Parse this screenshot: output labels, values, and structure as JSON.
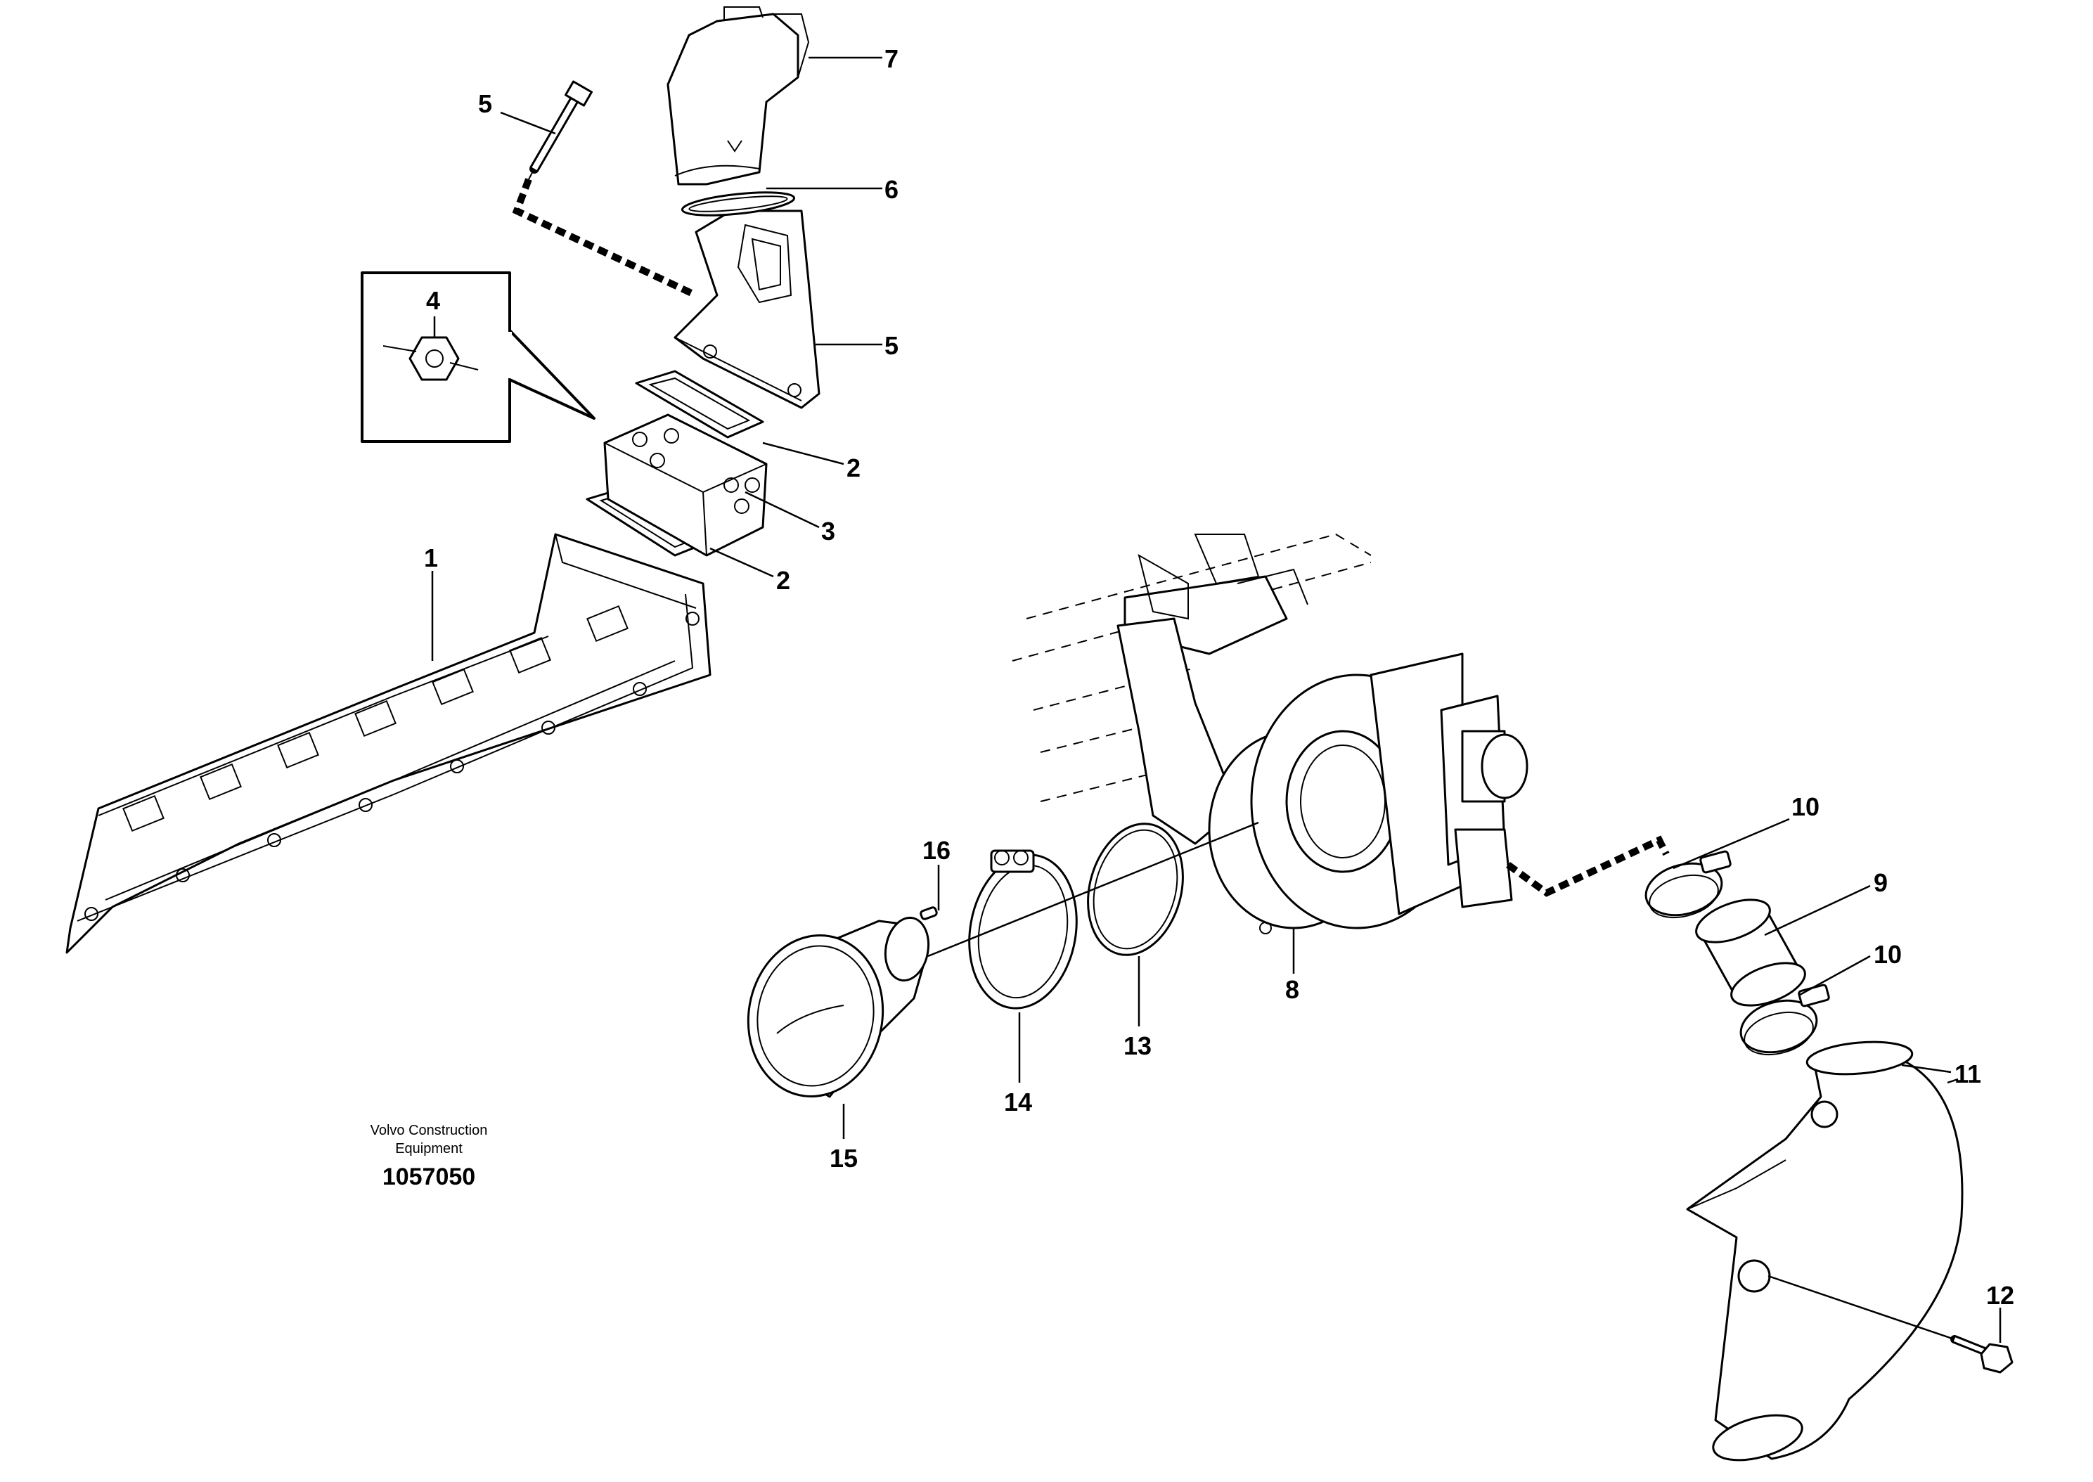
{
  "credit": {
    "line1": "Volvo Construction",
    "line2": "Equipment",
    "drawing_number": "1057050"
  },
  "callouts": [
    {
      "id": "c1",
      "label": "1"
    },
    {
      "id": "c2a",
      "label": "2"
    },
    {
      "id": "c2b",
      "label": "2"
    },
    {
      "id": "c3",
      "label": "3"
    },
    {
      "id": "c4",
      "label": "4"
    },
    {
      "id": "c5a",
      "label": "5"
    },
    {
      "id": "c5b",
      "label": "5"
    },
    {
      "id": "c6",
      "label": "6"
    },
    {
      "id": "c7",
      "label": "7"
    },
    {
      "id": "c8",
      "label": "8"
    },
    {
      "id": "c9",
      "label": "9"
    },
    {
      "id": "c10a",
      "label": "10"
    },
    {
      "id": "c10b",
      "label": "10"
    },
    {
      "id": "c11",
      "label": "11"
    },
    {
      "id": "c12",
      "label": "12"
    },
    {
      "id": "c13",
      "label": "13"
    },
    {
      "id": "c14",
      "label": "14"
    },
    {
      "id": "c15",
      "label": "15"
    },
    {
      "id": "c16",
      "label": "16"
    }
  ]
}
